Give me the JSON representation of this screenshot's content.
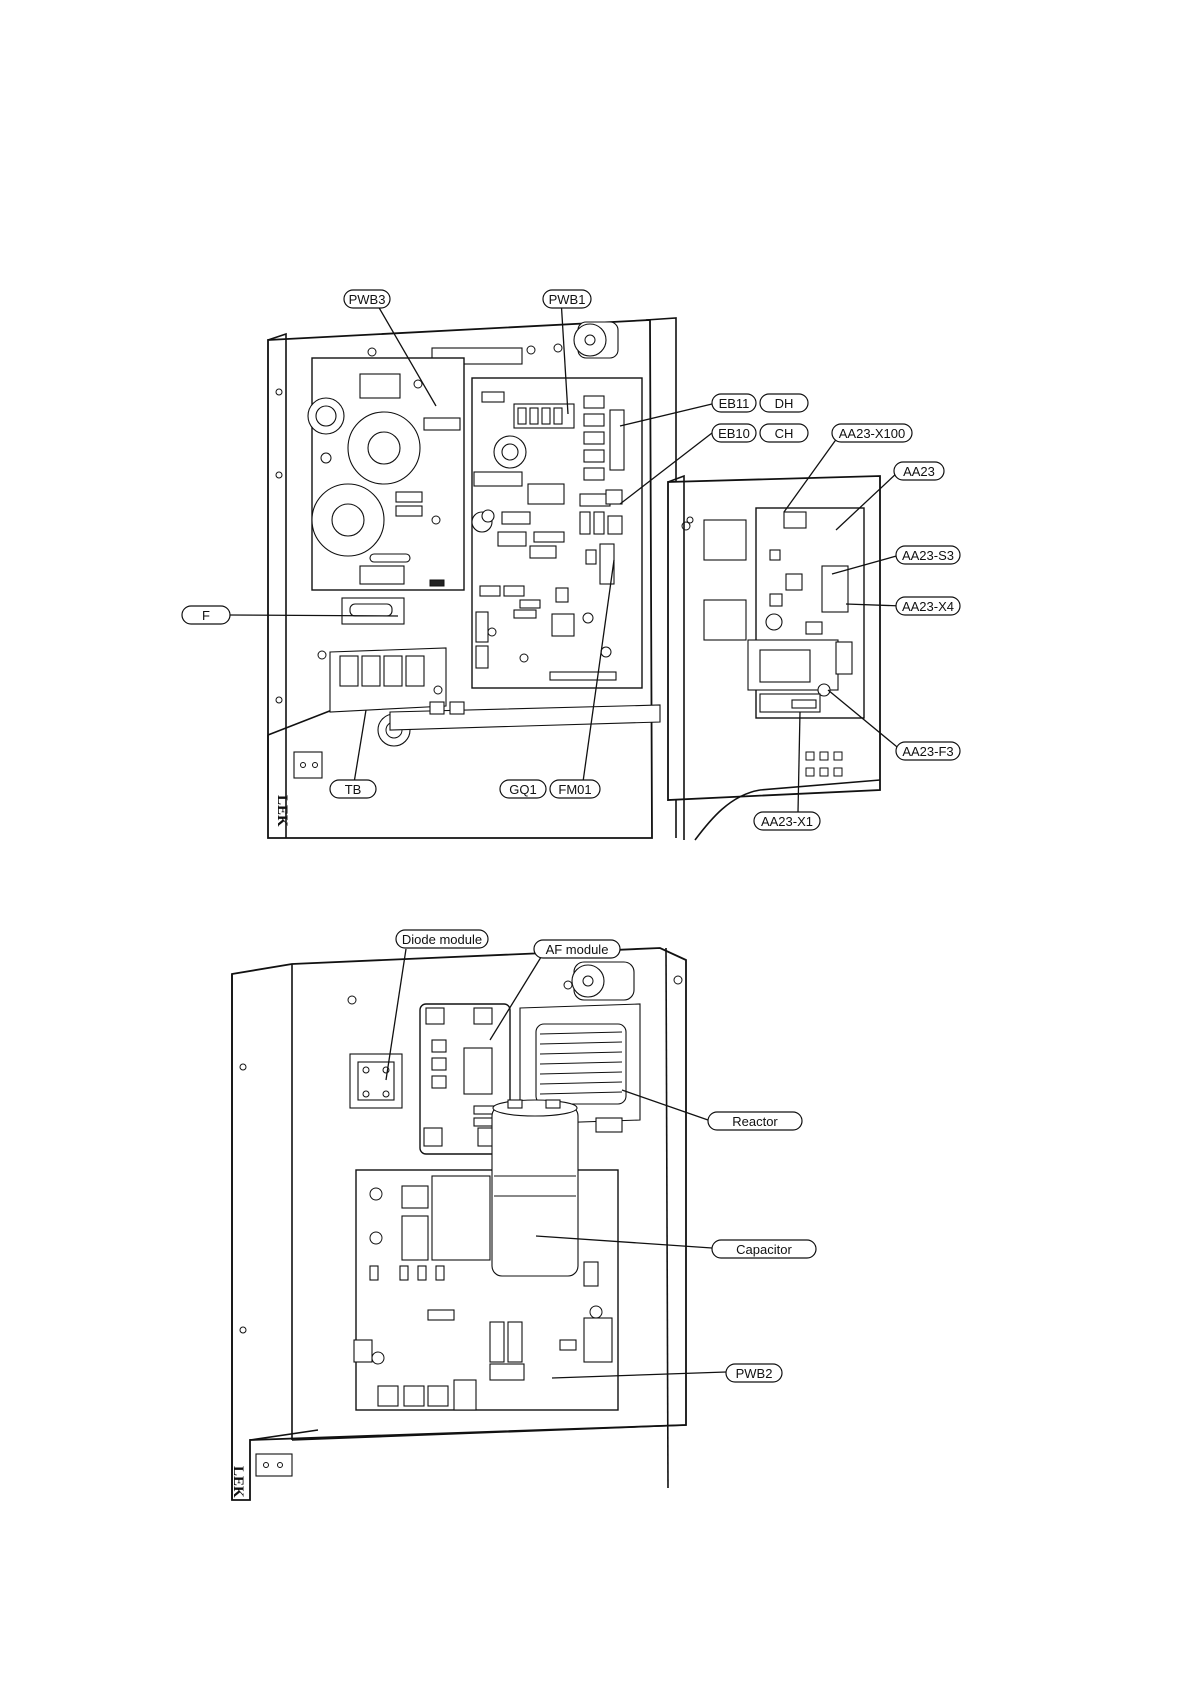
{
  "top_figure": {
    "labels": {
      "pwb3": "PWB3",
      "pwb1": "PWB1",
      "eb11": "EB11",
      "dh": "DH",
      "eb10": "EB10",
      "ch": "CH",
      "aa23_x100": "AA23-X100",
      "aa23": "AA23",
      "aa23_s3": "AA23-S3",
      "aa23_x4": "AA23-X4",
      "f": "F",
      "aa23_f3": "AA23-F3",
      "tb": "TB",
      "gq1": "GQ1",
      "fm01": "FM01",
      "aa23_x1": "AA23-X1"
    },
    "brand_mark": "LEK"
  },
  "bottom_figure": {
    "labels": {
      "diode_module": "Diode module",
      "af_module": "AF module",
      "reactor": "Reactor",
      "capacitor": "Capacitor",
      "pwb2": "PWB2"
    },
    "brand_mark": "LEK"
  }
}
